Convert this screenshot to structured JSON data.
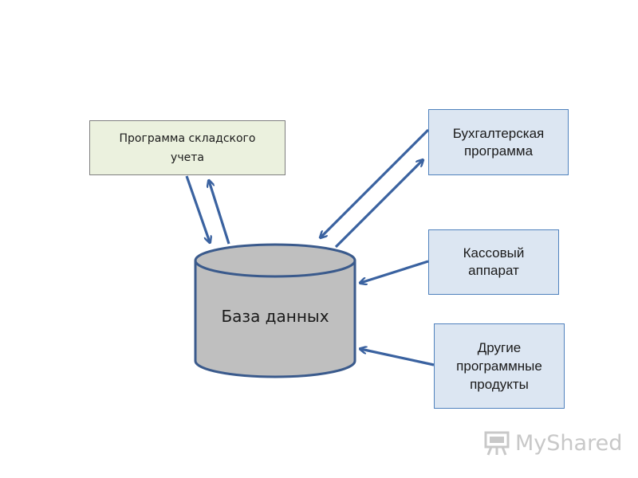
{
  "nodes": {
    "warehouse": {
      "label": "Программа складского\nучета"
    },
    "accounting": {
      "label": "Бухгалтерская\nпрограмма"
    },
    "cashier": {
      "label": "Кассовый\nаппарат"
    },
    "other": {
      "label": "Другие\nпрограммные\nпродукты"
    },
    "database": {
      "label": "База данных"
    }
  },
  "edges": [
    {
      "from": "warehouse",
      "to": "database"
    },
    {
      "from": "database",
      "to": "warehouse"
    },
    {
      "from": "accounting",
      "to": "database"
    },
    {
      "from": "database",
      "to": "accounting"
    },
    {
      "from": "cashier",
      "to": "database"
    },
    {
      "from": "other",
      "to": "database"
    }
  ],
  "colors": {
    "arrow": "#3a62a0",
    "db_fill": "#bfbfbf",
    "db_stroke": "#3a5a8c",
    "warehouse_fill": "#ebf1de",
    "blue_box_fill": "#dce6f2"
  },
  "watermark": {
    "text": "MyShared",
    "icon": "presentation-board-icon"
  }
}
